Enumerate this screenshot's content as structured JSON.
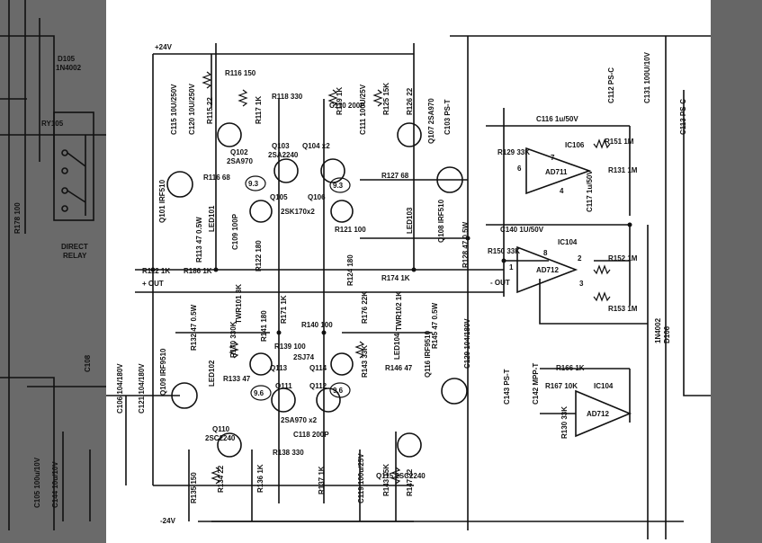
{
  "colors": {
    "ink": "#111111",
    "paper": "#ffffff",
    "margin": "#666666"
  },
  "left_part": {
    "diode": "D105",
    "diode_part": "1N4002",
    "relay": "RY105",
    "relay_label": "DIRECT",
    "relay_label2": "RELAY",
    "resistor": "R178 100",
    "bottom": [
      "C105 100u/10V",
      "C144 10u/10V"
    ]
  },
  "supplies": {
    "pos": "+24V",
    "neg": "-24V",
    "out_pos": "+ OUT",
    "out_neg": "- OUT"
  },
  "resistors": [
    {
      "id": "r116",
      "t": "R116 150"
    },
    {
      "id": "r115",
      "t": "R115 22"
    },
    {
      "id": "r117",
      "t": "R117 1K"
    },
    {
      "id": "r118",
      "t": "R118 330"
    },
    {
      "id": "r119",
      "t": "R119 1K"
    },
    {
      "id": "r125",
      "t": "R125 15K"
    },
    {
      "id": "r126",
      "t": "R126 22"
    },
    {
      "id": "r116b",
      "t": "R116 68"
    },
    {
      "id": "r127",
      "t": "R127 68"
    },
    {
      "id": "r113",
      "t": "R113 47 0.5W"
    },
    {
      "id": "r112",
      "t": "R112 1K"
    },
    {
      "id": "r186",
      "t": "R186 1K"
    },
    {
      "id": "r122",
      "t": "R122 180"
    },
    {
      "id": "r124",
      "t": "R124 180"
    },
    {
      "id": "r121",
      "t": "R121 100"
    },
    {
      "id": "r174",
      "t": "R174 1K"
    },
    {
      "id": "r128",
      "t": "R128 47 0.5W"
    },
    {
      "id": "r129",
      "t": "R129 33K"
    },
    {
      "id": "r151",
      "t": "R151 1M"
    },
    {
      "id": "r131",
      "t": "R131 1M"
    },
    {
      "id": "r150",
      "t": "R150 33K"
    },
    {
      "id": "r152",
      "t": "R152 1M"
    },
    {
      "id": "r153",
      "t": "R153 1M"
    },
    {
      "id": "r132",
      "t": "R132 47 0.5W"
    },
    {
      "id": "r170",
      "t": "R170 330K"
    },
    {
      "id": "r171",
      "t": "R171 1K"
    },
    {
      "id": "r140",
      "t": "R140 100"
    },
    {
      "id": "r139",
      "t": "R139 100"
    },
    {
      "id": "r141",
      "t": "R141 180"
    },
    {
      "id": "r133",
      "t": "R133 47"
    },
    {
      "id": "r143",
      "t": "R143 33K"
    },
    {
      "id": "r146",
      "t": "R146 47"
    },
    {
      "id": "r176",
      "t": "R176 22K"
    },
    {
      "id": "r145",
      "t": "R145 47 0.5W"
    },
    {
      "id": "r166",
      "t": "R166 1K"
    },
    {
      "id": "r167",
      "t": "R167 10K"
    },
    {
      "id": "r130",
      "t": "R130 33K"
    },
    {
      "id": "r134",
      "t": "R134 22"
    },
    {
      "id": "r135",
      "t": "R135 150"
    },
    {
      "id": "r136",
      "t": "R136 1K"
    },
    {
      "id": "r138",
      "t": "R138 330"
    },
    {
      "id": "r137",
      "t": "R137 1K"
    },
    {
      "id": "r143b",
      "t": "R143 15K"
    },
    {
      "id": "r147",
      "t": "R147 22"
    }
  ],
  "transistors": [
    {
      "id": "q102",
      "t": "Q102",
      "p": "2SA970"
    },
    {
      "id": "q103",
      "t": "Q103",
      "p": "2SA2240"
    },
    {
      "id": "q104",
      "t": "Q104 x2",
      "p": ""
    },
    {
      "id": "q107",
      "t": "Q107 2SA970",
      "p": ""
    },
    {
      "id": "q101",
      "t": "Q101 IRF510",
      "p": ""
    },
    {
      "id": "q105",
      "t": "Q105",
      "p": ""
    },
    {
      "id": "q106",
      "t": "Q106",
      "p": ""
    },
    {
      "id": "q108",
      "t": "Q108 IRF510",
      "p": ""
    },
    {
      "id": "q109",
      "t": "Q109 IRF9510",
      "p": ""
    },
    {
      "id": "q113",
      "t": "Q113",
      "p": ""
    },
    {
      "id": "q114",
      "t": "Q114",
      "p": ""
    },
    {
      "id": "q111",
      "t": "Q111",
      "p": ""
    },
    {
      "id": "q112",
      "t": "Q112",
      "p": ""
    },
    {
      "id": "q110",
      "t": "Q110",
      "p": "2SC2240"
    },
    {
      "id": "q116",
      "t": "Q116 IRF9510",
      "p": ""
    },
    {
      "id": "q115",
      "t": "Q115 2SC2240",
      "p": ""
    }
  ],
  "pairs": {
    "top": "2SK170x2",
    "bottom": "2SJ74",
    "bottom2": "2SA970 x2"
  },
  "ics": {
    "top": "IC106",
    "top_op": "AD711",
    "mid": "IC104",
    "mid_op": "AD712",
    "bot": "IC104",
    "bot_op": "AD712"
  },
  "caps": {
    "c110": "C110 200P",
    "c111": "C111 100U/25V",
    "c109": "C109 100P",
    "c118": "C118 200P",
    "c119": "C119 100u/25V",
    "c116": "C116 1u/50V",
    "c117": "C117 1u/50V",
    "c140": "C140 1U/50V",
    "c115": "C115 10U/250V",
    "c120": "C120 10U/250V",
    "c103": "C103 PS-T",
    "c129": "C129 104/180V",
    "c143": "C143 PS-T",
    "c142": "C142 MPP-T",
    "c106": "C106 104/180V",
    "c121": "C121 104/180V",
    "c108": "C108",
    "c112": "C112 PS-C",
    "c113": "C113 PS-C",
    "c131": "C131 100U/10V"
  },
  "tvr": {
    "t101": "TWR101 3K",
    "t102": "TWR102 1K"
  },
  "leds": {
    "l101": "LED101",
    "l102": "LED102",
    "l103": "LED103",
    "l104": "LED104"
  },
  "diode2": {
    "t": "D106",
    "p": "1N4002"
  },
  "marks": {
    "c1": "9.3",
    "c2": "9.3",
    "c3": "9.6",
    "c4": "9.6"
  },
  "pins": {
    "p7": "7",
    "p6": "6",
    "p4": "4",
    "p1": "1",
    "p2": "2",
    "p3": "3",
    "p8": "8"
  }
}
